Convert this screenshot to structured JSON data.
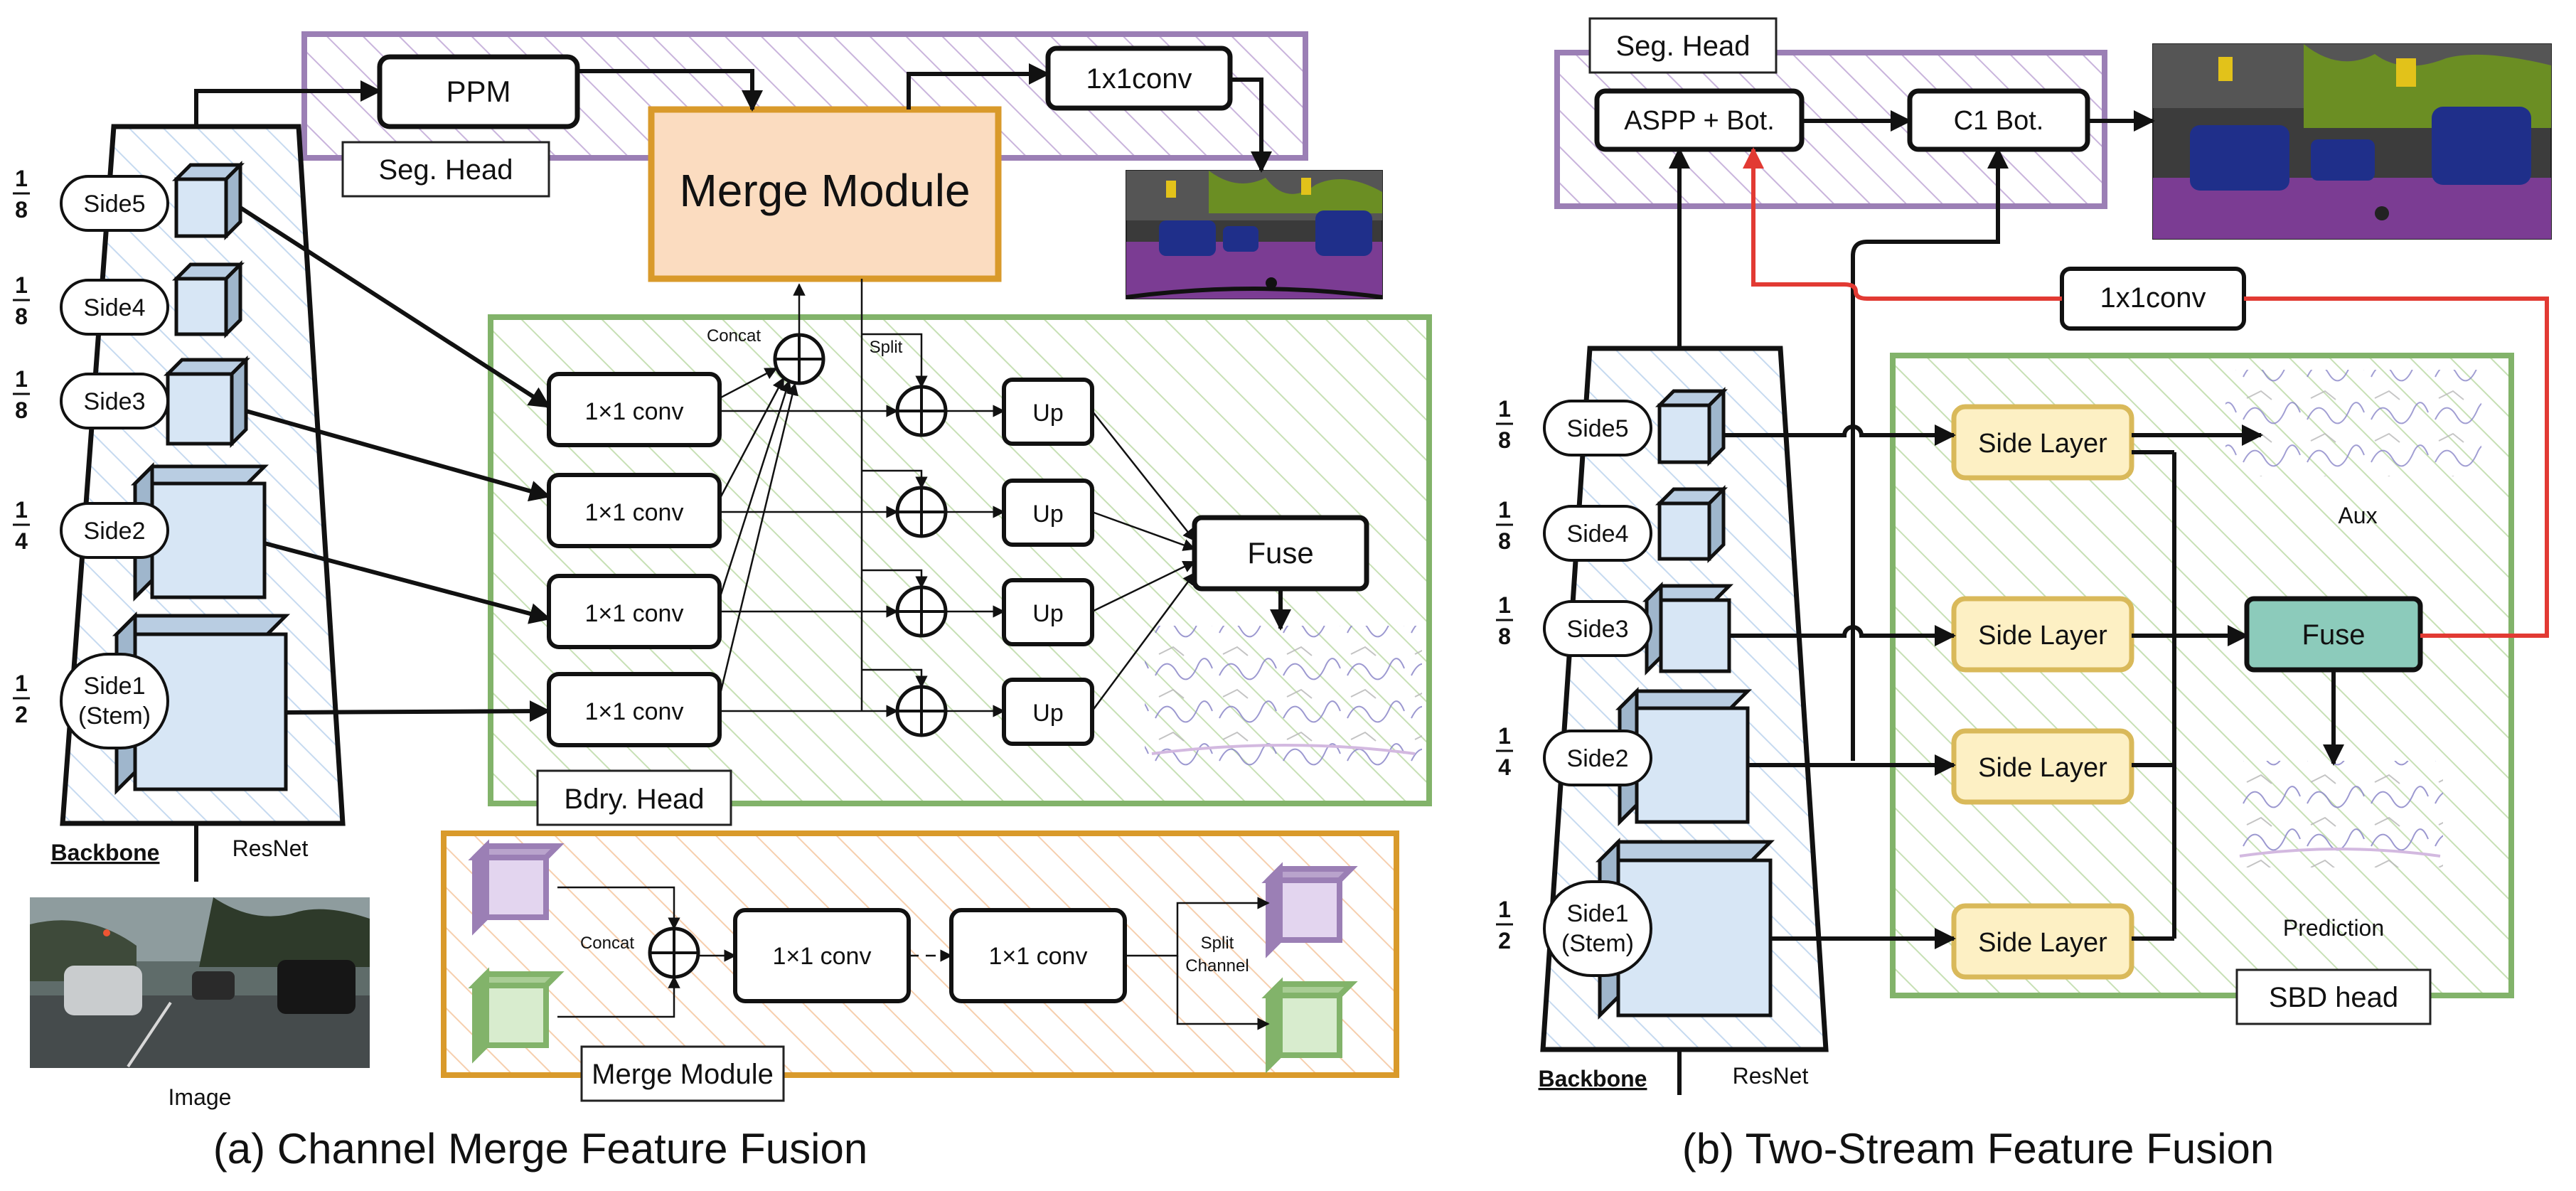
{
  "colors": {
    "purple": "#9b7fb5",
    "green": "#82b36a",
    "orange": "#d99a2b",
    "merge_fill": "#fbdcc0",
    "block_fill": "#d7e6f5",
    "block_side": "#9fb6cc",
    "sidelayer_fill": "#fdf0c4",
    "sidelayer_stroke": "#d9b95a",
    "fuse_teal": "#8ccbbb",
    "red": "#e23a33"
  },
  "panel_a": {
    "caption": "(a) Channel Merge Feature Fusion",
    "seg_head": "Seg. Head",
    "ppm": "PPM",
    "merge_module_title": "Merge Module",
    "conv_1x1_top": "1x1conv",
    "concat": "Concat",
    "split": "Split",
    "conv_rows": [
      "1×1 conv",
      "1×1 conv",
      "1×1 conv",
      "1×1 conv"
    ],
    "up": "Up",
    "fuse": "Fuse",
    "bdry_head": "Bdry. Head",
    "backbone": "Backbone",
    "resnet": "ResNet",
    "image": "Image",
    "sides": [
      "Side5",
      "Side4",
      "Side3",
      "Side2",
      "Side1",
      "(Stem)"
    ],
    "fractions": [
      {
        "num": "1",
        "den": "8"
      },
      {
        "num": "1",
        "den": "8"
      },
      {
        "num": "1",
        "den": "8"
      },
      {
        "num": "1",
        "den": "4"
      },
      {
        "num": "1",
        "den": "2"
      }
    ],
    "inset": {
      "concat": "Concat",
      "conv1": "1×1 conv",
      "conv2": "1×1 conv",
      "split": "Split",
      "channel": "Channel",
      "label": "Merge Module"
    }
  },
  "panel_b": {
    "caption": "(b) Two-Stream Feature Fusion",
    "seg_head": "Seg. Head",
    "aspp": "ASPP + Bot.",
    "c1": "C1 Bot.",
    "conv_1x1": "1x1conv",
    "side_layer": "Side Layer",
    "fuse": "Fuse",
    "aux": "Aux",
    "prediction": "Prediction",
    "sbd_head": "SBD head",
    "backbone": "Backbone",
    "resnet": "ResNet",
    "sides": [
      "Side5",
      "Side4",
      "Side3",
      "Side2",
      "Side1",
      "(Stem)"
    ],
    "fractions": [
      {
        "num": "1",
        "den": "8"
      },
      {
        "num": "1",
        "den": "8"
      },
      {
        "num": "1",
        "den": "8"
      },
      {
        "num": "1",
        "den": "4"
      },
      {
        "num": "1",
        "den": "2"
      }
    ]
  }
}
